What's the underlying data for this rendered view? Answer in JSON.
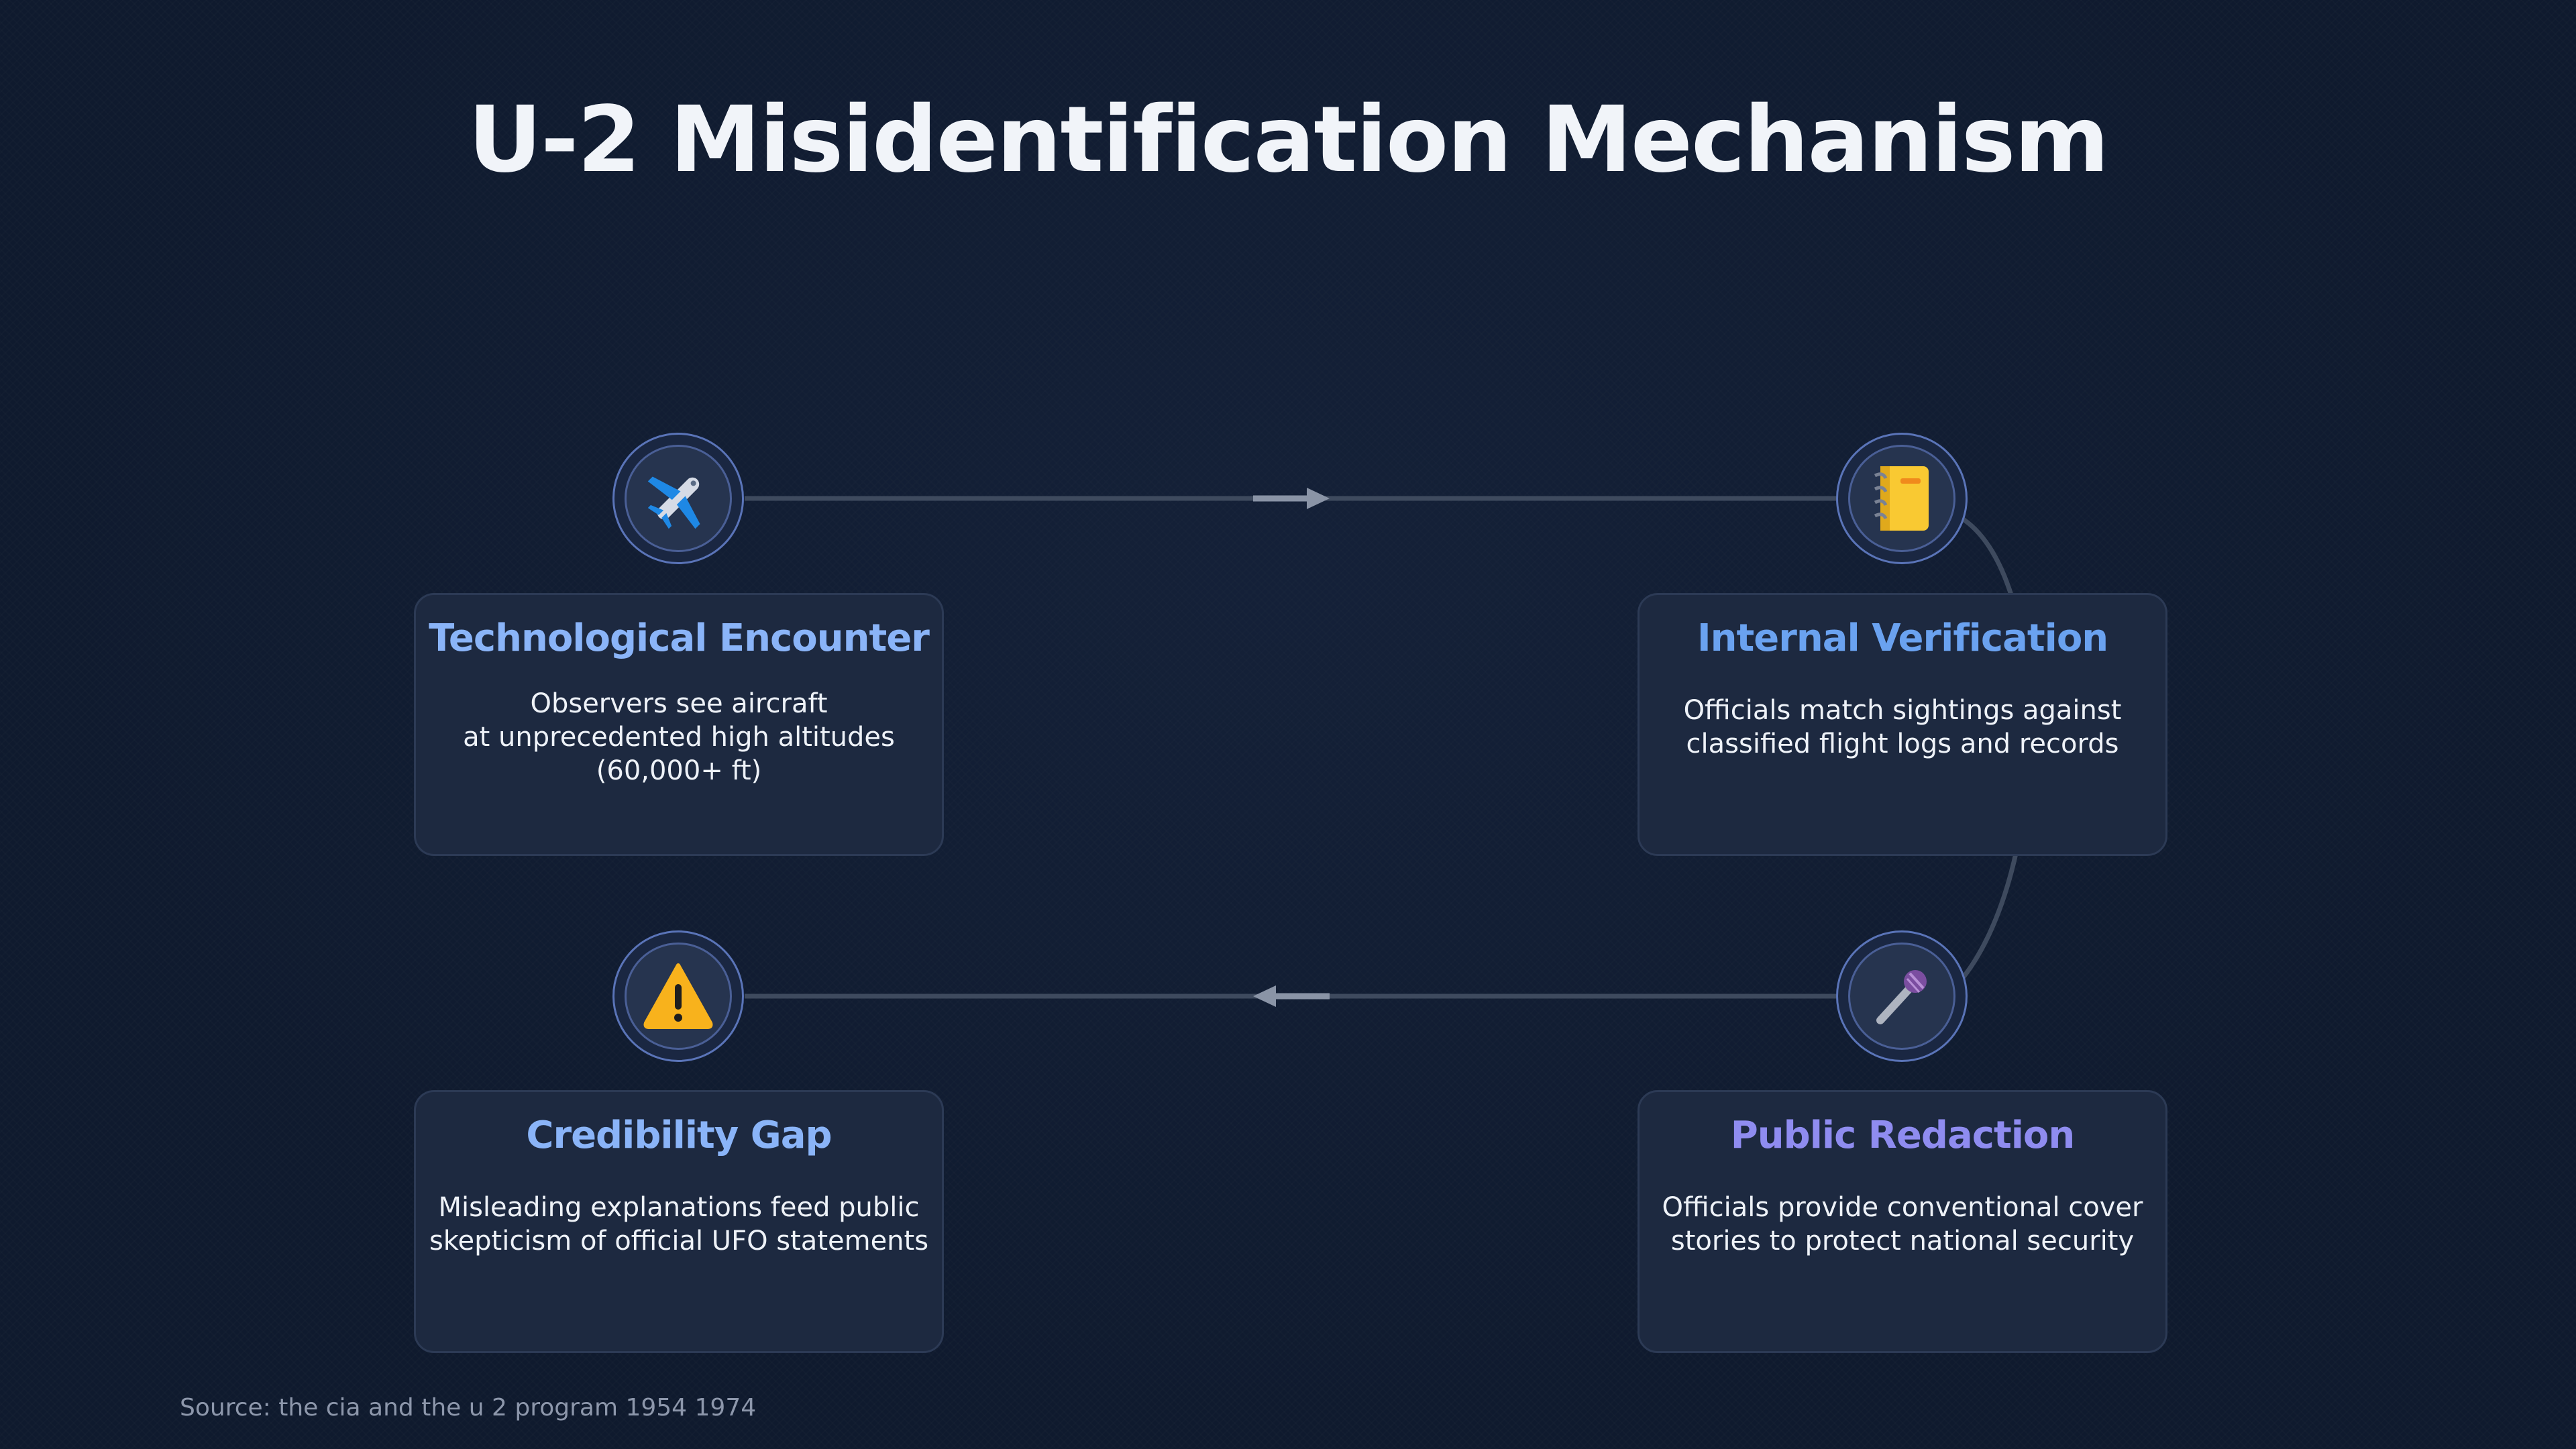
{
  "title": "U-2 Misidentification Mechanism",
  "steps": [
    {
      "icon": "airplane-icon",
      "title": "Technological Encounter",
      "description": "Observers see aircraft\nat unprecedented high altitudes\n(60,000+ ft)",
      "color": "#8ab4f8"
    },
    {
      "icon": "notebook-icon",
      "title": "Internal Verification",
      "description": "Officials match sightings against\nclassified flight logs and records",
      "color": "#6aa2f0"
    },
    {
      "icon": "microphone-icon",
      "title": "Public Redaction",
      "description": "Officials provide conventional cover\nstories to protect national security",
      "color": "#8f8cf0"
    },
    {
      "icon": "warning-icon",
      "title": "Credibility Gap",
      "description": "Misleading explanations feed public\nskepticism of official UFO statements",
      "color": "#8ab4f8"
    }
  ],
  "source": "Source: the cia and the u 2 program 1954 1974"
}
